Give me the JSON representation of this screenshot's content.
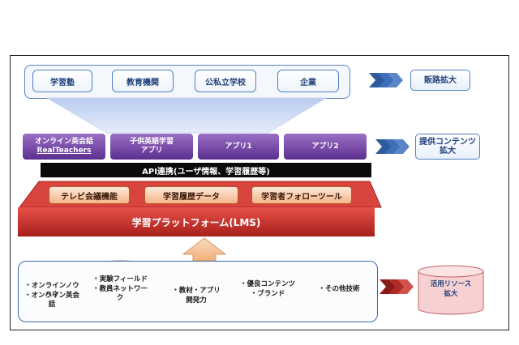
{
  "top_row": {
    "items": [
      "学習塾",
      "教育機関",
      "公私立学校",
      "企業"
    ],
    "result": "販路拡大"
  },
  "apps": {
    "items": [
      {
        "line1": "オンライン英会話",
        "line2": "RealTeachers"
      },
      {
        "line1": "子供英語学習",
        "line2": "アプリ"
      },
      {
        "line1": "アプリ1",
        "line2": ""
      },
      {
        "line1": "アプリ2",
        "line2": ""
      }
    ],
    "result_line1": "提供コンテンツ",
    "result_line2": "拡大"
  },
  "api_bar": "API連携(ユーザ情報、学習履歴等)",
  "functions": [
    "テレビ会議機能",
    "学習履歴データ",
    "学習者フォローツール"
  ],
  "platform": "学習プラットフォーム(LMS)",
  "resources": {
    "items": [
      {
        "line1": "・オンラインノウハウ",
        "line2": "・オンライン英会話"
      },
      {
        "line1": "・実験フィールド",
        "line2": "・教員ネットワーク"
      },
      {
        "line1": "・教材・アプリ",
        "line2": "開発力"
      },
      {
        "line1": "・優良コンテンツ",
        "line2": "・ブランド"
      },
      {
        "line1": "・その他技術",
        "line2": ""
      }
    ],
    "result_line1": "活用リソース",
    "result_line2": "拡大"
  },
  "colors": {
    "blue_border": "#4f7fbf",
    "purple": "#5b2f8f",
    "red": "#c0302a",
    "cyl_pink": "#f6c9cc",
    "arrow_orange": "#f7c99a"
  }
}
